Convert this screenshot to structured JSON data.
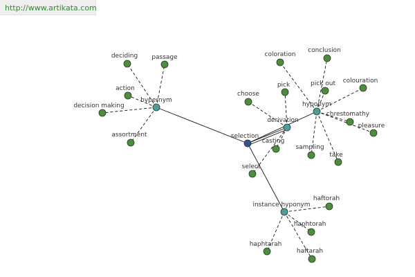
{
  "site": {
    "url": "http://www.artikata.com"
  },
  "colors": {
    "leaf_node": "#4f8d3c",
    "relation_node": "#4f9c9c",
    "center_node": "#3b4e9a",
    "edge": "#111111",
    "url_text": "#2f8a2f"
  },
  "graph": {
    "center": {
      "id": "selection",
      "label": "selection"
    },
    "relations": [
      {
        "id": "hypernym",
        "label": "hypernym"
      },
      {
        "id": "derivation",
        "label": "derivation"
      },
      {
        "id": "hyponym",
        "label": "hyponym"
      },
      {
        "id": "instance_hyponym",
        "label": "instance hyponym"
      }
    ],
    "terms": [
      {
        "id": "deciding",
        "label": "deciding",
        "relation": "hypernym"
      },
      {
        "id": "passage",
        "label": "passage",
        "relation": "hypernym"
      },
      {
        "id": "action",
        "label": "action",
        "relation": "hypernym"
      },
      {
        "id": "decision_making",
        "label": "decision making",
        "relation": "hypernym"
      },
      {
        "id": "assortment",
        "label": "assortment",
        "relation": "hypernym"
      },
      {
        "id": "choose",
        "label": "choose",
        "relation": "derivation"
      },
      {
        "id": "pick",
        "label": "pick",
        "relation": "derivation"
      },
      {
        "id": "casting",
        "label": "casting",
        "relation": "derivation"
      },
      {
        "id": "select",
        "label": "select",
        "relation": "derivation"
      },
      {
        "id": "coloration",
        "label": "coloration",
        "relation": "hyponym"
      },
      {
        "id": "conclusion",
        "label": "conclusion",
        "relation": "hyponym"
      },
      {
        "id": "pick_out",
        "label": "pick out",
        "relation": "hyponym"
      },
      {
        "id": "colouration",
        "label": "colouration",
        "relation": "hyponym"
      },
      {
        "id": "chrestomathy",
        "label": "chrestomathy",
        "relation": "hyponym"
      },
      {
        "id": "pleasure",
        "label": "pleasure",
        "relation": "hyponym"
      },
      {
        "id": "sampling",
        "label": "sampling",
        "relation": "hyponym"
      },
      {
        "id": "take",
        "label": "take",
        "relation": "hyponym"
      },
      {
        "id": "haftorah_1",
        "label": "haftorah",
        "relation": "instance_hyponym"
      },
      {
        "id": "haphtorah_1",
        "label": "haphtorah",
        "relation": "instance_hyponym"
      },
      {
        "id": "haphtarah",
        "label": "haphtarah",
        "relation": "instance_hyponym"
      },
      {
        "id": "haftarah",
        "label": "haftarah",
        "relation": "instance_hyponym"
      }
    ]
  }
}
